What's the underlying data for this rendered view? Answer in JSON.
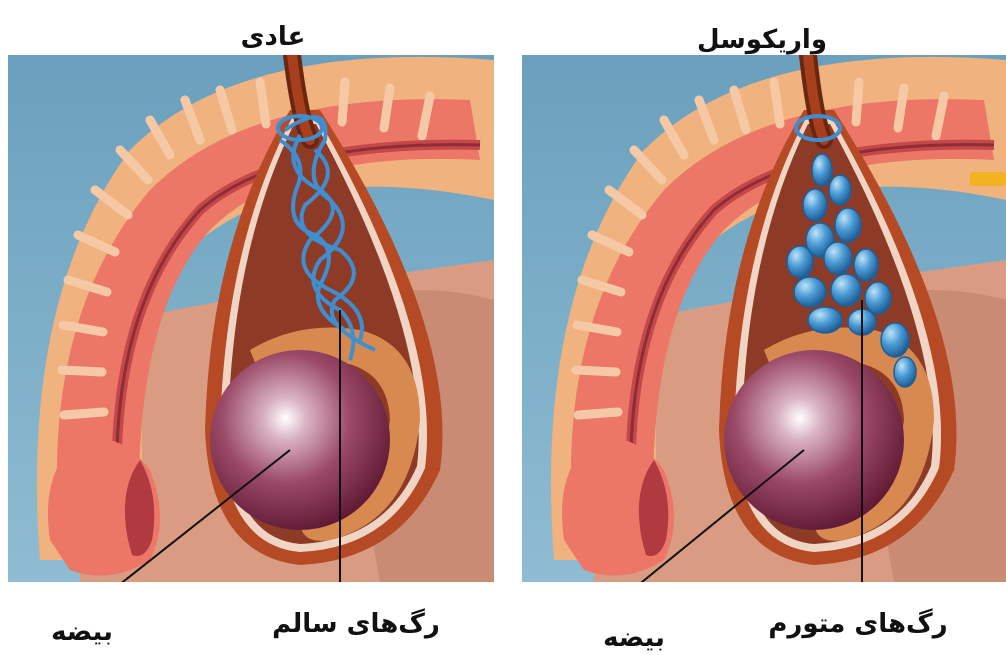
{
  "panels": [
    {
      "title": "عادی",
      "labels": {
        "testis": "بیضه",
        "veins": "رگ‌های سالم"
      }
    },
    {
      "title": "واریکوسل",
      "labels": {
        "testis": "بیضه",
        "veins": "رگ‌های متورم"
      }
    }
  ],
  "colors": {
    "background_blue": "#6fa3bf",
    "skin": "#f0b27e",
    "tissue_red": "#e9685c",
    "scrotum_wall": "#b54a24",
    "sac_interior": "#8d3b27",
    "testis_dark": "#6f1f3a",
    "vein_blue": "#3f8fd0",
    "cord_brown": "#8e3318"
  }
}
